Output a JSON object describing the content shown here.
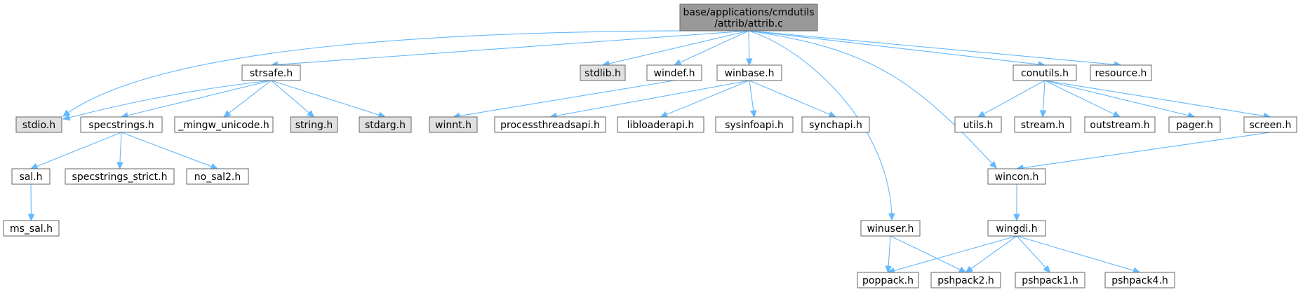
{
  "colors": {
    "root_fill": "#999999",
    "normal_fill": "#ffffff",
    "external_fill": "#e0e0e0",
    "border": "#666666",
    "edge": "#63b8ff"
  },
  "nodes": [
    {
      "id": "attrib_c",
      "lines": [
        "base/applications/cmdutils",
        "/attrib/attrib.c"
      ],
      "kind": "root"
    },
    {
      "id": "strsafe_h",
      "lines": [
        "strsafe.h"
      ],
      "kind": "normal"
    },
    {
      "id": "stdlib_h",
      "lines": [
        "stdlib.h"
      ],
      "kind": "external"
    },
    {
      "id": "windef_h",
      "lines": [
        "windef.h"
      ],
      "kind": "normal"
    },
    {
      "id": "winbase_h",
      "lines": [
        "winbase.h"
      ],
      "kind": "normal"
    },
    {
      "id": "conutils_h",
      "lines": [
        "conutils.h"
      ],
      "kind": "normal"
    },
    {
      "id": "resource_h",
      "lines": [
        "resource.h"
      ],
      "kind": "normal"
    },
    {
      "id": "stdio_h",
      "lines": [
        "stdio.h"
      ],
      "kind": "external"
    },
    {
      "id": "specstrings_h",
      "lines": [
        "specstrings.h"
      ],
      "kind": "normal"
    },
    {
      "id": "mingw_unicode_h",
      "lines": [
        "_mingw_unicode.h"
      ],
      "kind": "normal"
    },
    {
      "id": "string_h",
      "lines": [
        "string.h"
      ],
      "kind": "external"
    },
    {
      "id": "stdarg_h",
      "lines": [
        "stdarg.h"
      ],
      "kind": "external"
    },
    {
      "id": "winnt_h",
      "lines": [
        "winnt.h"
      ],
      "kind": "external"
    },
    {
      "id": "processthreadsapi_h",
      "lines": [
        "processthreadsapi.h"
      ],
      "kind": "normal"
    },
    {
      "id": "libloaderapi_h",
      "lines": [
        "libloaderapi.h"
      ],
      "kind": "normal"
    },
    {
      "id": "sysinfoapi_h",
      "lines": [
        "sysinfoapi.h"
      ],
      "kind": "normal"
    },
    {
      "id": "synchapi_h",
      "lines": [
        "synchapi.h"
      ],
      "kind": "normal"
    },
    {
      "id": "utils_h",
      "lines": [
        "utils.h"
      ],
      "kind": "normal"
    },
    {
      "id": "stream_h",
      "lines": [
        "stream.h"
      ],
      "kind": "normal"
    },
    {
      "id": "outstream_h",
      "lines": [
        "outstream.h"
      ],
      "kind": "normal"
    },
    {
      "id": "pager_h",
      "lines": [
        "pager.h"
      ],
      "kind": "normal"
    },
    {
      "id": "screen_h",
      "lines": [
        "screen.h"
      ],
      "kind": "normal"
    },
    {
      "id": "sal_h",
      "lines": [
        "sal.h"
      ],
      "kind": "normal"
    },
    {
      "id": "specstrings_strict_h",
      "lines": [
        "specstrings_strict.h"
      ],
      "kind": "normal"
    },
    {
      "id": "no_sal2_h",
      "lines": [
        "no_sal2.h"
      ],
      "kind": "normal"
    },
    {
      "id": "wincon_h",
      "lines": [
        "wincon.h"
      ],
      "kind": "normal"
    },
    {
      "id": "ms_sal_h",
      "lines": [
        "ms_sal.h"
      ],
      "kind": "normal"
    },
    {
      "id": "winuser_h",
      "lines": [
        "winuser.h"
      ],
      "kind": "normal"
    },
    {
      "id": "wingdi_h",
      "lines": [
        "wingdi.h"
      ],
      "kind": "normal"
    },
    {
      "id": "poppack_h",
      "lines": [
        "poppack.h"
      ],
      "kind": "normal"
    },
    {
      "id": "pshpack2_h",
      "lines": [
        "pshpack2.h"
      ],
      "kind": "normal"
    },
    {
      "id": "pshpack1_h",
      "lines": [
        "pshpack1.h"
      ],
      "kind": "normal"
    },
    {
      "id": "pshpack4_h",
      "lines": [
        "pshpack4.h"
      ],
      "kind": "normal"
    }
  ],
  "edges": [
    [
      "attrib_c",
      "strsafe_h"
    ],
    [
      "attrib_c",
      "stdio_h"
    ],
    [
      "attrib_c",
      "stdlib_h"
    ],
    [
      "attrib_c",
      "windef_h"
    ],
    [
      "attrib_c",
      "winbase_h"
    ],
    [
      "attrib_c",
      "winuser_h"
    ],
    [
      "attrib_c",
      "wincon_h"
    ],
    [
      "attrib_c",
      "conutils_h"
    ],
    [
      "attrib_c",
      "resource_h"
    ],
    [
      "strsafe_h",
      "stdio_h"
    ],
    [
      "strsafe_h",
      "specstrings_h"
    ],
    [
      "strsafe_h",
      "mingw_unicode_h"
    ],
    [
      "strsafe_h",
      "string_h"
    ],
    [
      "strsafe_h",
      "stdarg_h"
    ],
    [
      "specstrings_h",
      "sal_h"
    ],
    [
      "specstrings_h",
      "specstrings_strict_h"
    ],
    [
      "specstrings_h",
      "no_sal2_h"
    ],
    [
      "sal_h",
      "ms_sal_h"
    ],
    [
      "windef_h",
      "winnt_h"
    ],
    [
      "winbase_h",
      "processthreadsapi_h"
    ],
    [
      "winbase_h",
      "libloaderapi_h"
    ],
    [
      "winbase_h",
      "sysinfoapi_h"
    ],
    [
      "winbase_h",
      "synchapi_h"
    ],
    [
      "conutils_h",
      "utils_h"
    ],
    [
      "conutils_h",
      "stream_h"
    ],
    [
      "conutils_h",
      "outstream_h"
    ],
    [
      "conutils_h",
      "pager_h"
    ],
    [
      "conutils_h",
      "screen_h"
    ],
    [
      "screen_h",
      "wincon_h"
    ],
    [
      "wincon_h",
      "wingdi_h"
    ],
    [
      "winuser_h",
      "poppack_h"
    ],
    [
      "winuser_h",
      "pshpack2_h"
    ],
    [
      "wingdi_h",
      "poppack_h"
    ],
    [
      "wingdi_h",
      "pshpack2_h"
    ],
    [
      "wingdi_h",
      "pshpack1_h"
    ],
    [
      "wingdi_h",
      "pshpack4_h"
    ]
  ]
}
